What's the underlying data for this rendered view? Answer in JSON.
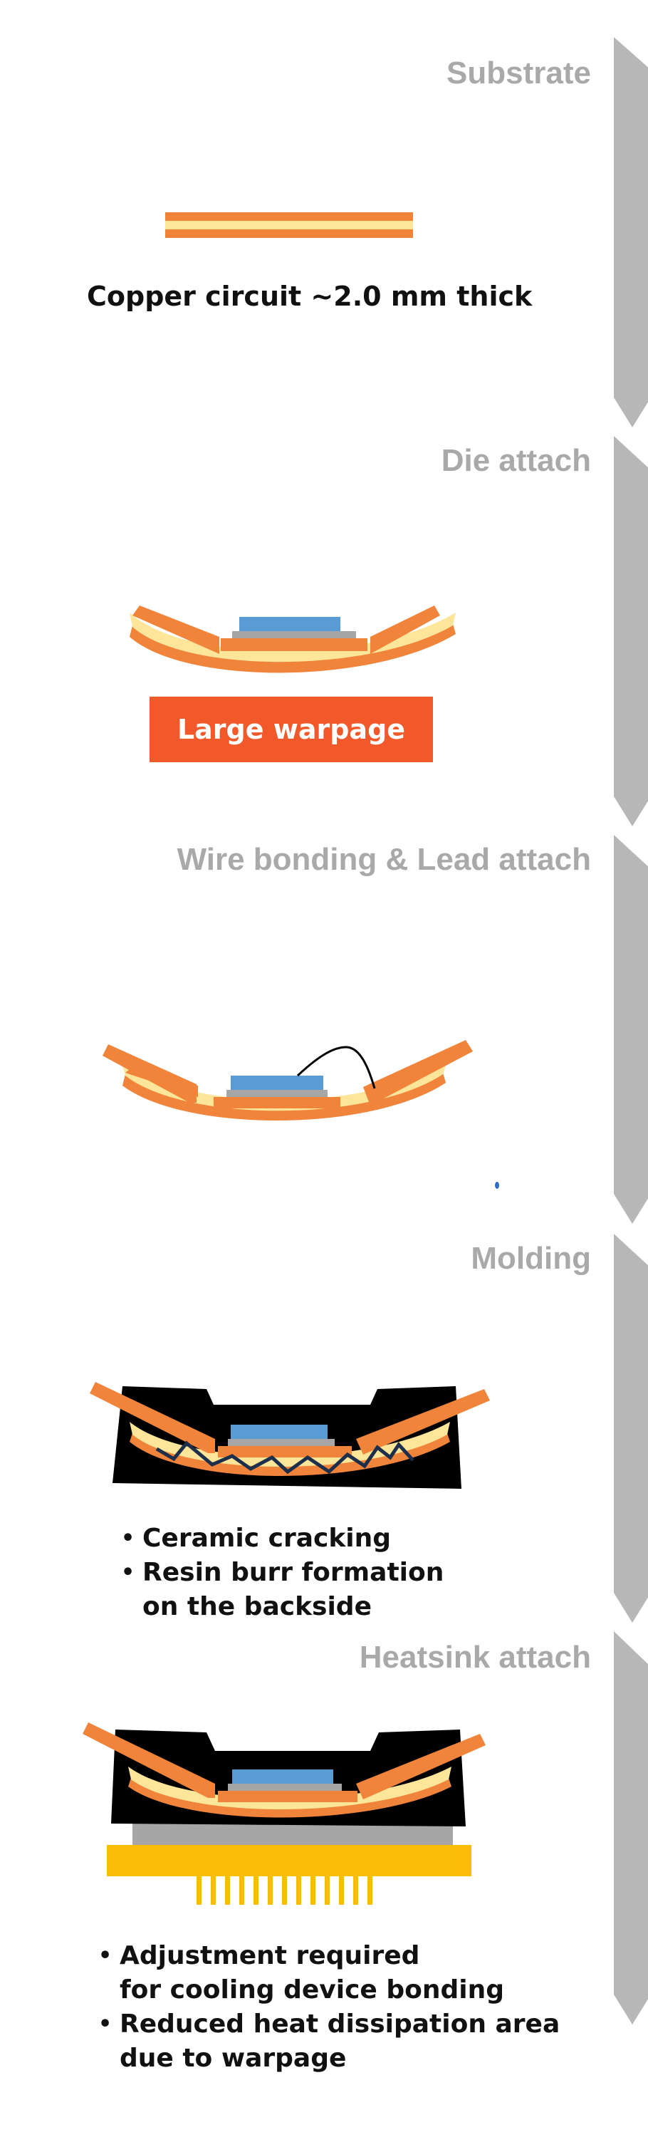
{
  "steps": [
    {
      "title": "Substrate"
    },
    {
      "title": "Die attach"
    },
    {
      "title": "Wire bonding & Lead attach"
    },
    {
      "title": "Molding"
    },
    {
      "title": "Heatsink attach"
    }
  ],
  "substrate": {
    "caption": "Copper circuit ~2.0 mm thick"
  },
  "die_attach": {
    "badge": "Large warpage"
  },
  "molding": {
    "bullets": [
      "Ceramic cracking",
      "Resin burr formation\non the backside"
    ]
  },
  "heatsink": {
    "bullets": [
      "Adjustment required\nfor cooling device bonding",
      "Reduced heat dissipation area\ndue to warpage"
    ]
  },
  "colors": {
    "copper": "#f0843a",
    "ceramic": "#fde59a",
    "die": "#5b9bd5",
    "solder": "#a6a6a6",
    "mold": "#000000",
    "heatsink": "#fbbc05",
    "arrow": "#b7b7b7",
    "badge": "#f1592a",
    "title": "#a9a9a9"
  }
}
